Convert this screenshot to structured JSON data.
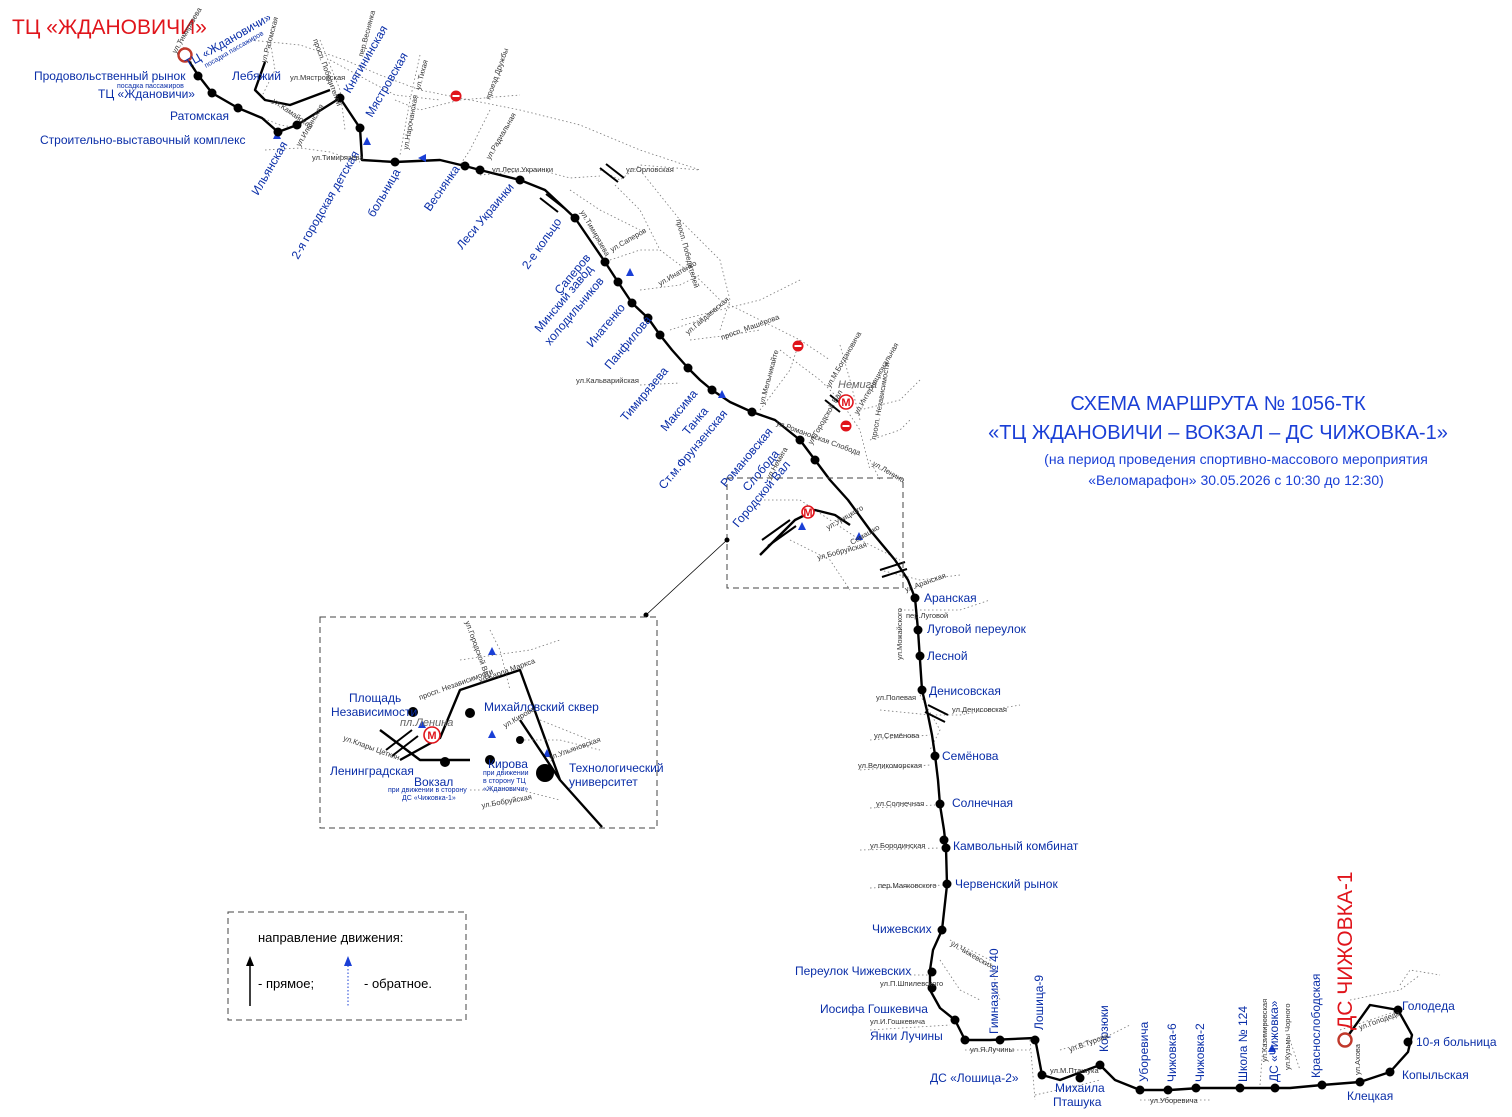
{
  "header": {
    "top_left_title": "ТЦ «ЖДАНОВИЧИ»",
    "end_terminal": "ДС ЧИЖОВКА-1"
  },
  "scheme": {
    "title_line1": "СХЕМА МАРШРУТА № 1056-ТК",
    "title_line2": "«ТЦ ЖДАНОВИЧИ – ВОКЗАЛ – ДС ЧИЖОВКА-1»",
    "subtitle_line1": "(на период проведения спортивно-массового мероприятия",
    "subtitle_line2": "«Веломарафон» 30.05.2026 с 10:30 до 12:30)"
  },
  "legend": {
    "title": "направление движения:",
    "forward": "- прямое;",
    "reverse": "- обратное."
  },
  "metro": {
    "symbol": "М",
    "nemiga": "Немига",
    "lenina": "пл.Ленина"
  },
  "stops": {
    "zhdanovichi": "ТЦ «Ждановичи»",
    "zhdanovichi_note": "посадка пассажиров",
    "food_market": "Продовольственный рынок",
    "zhdanovichi2": "ТЦ «Ждановичи»",
    "zhdanovichi2_note": "посадка пассажиров",
    "lebyazhy": "Лебяжий",
    "ratomskaya": "Ратомская",
    "build_complex": "Строительно-выставочный комплекс",
    "ilyanskaya": "Ильянская",
    "hospital2": "2-я городская детская",
    "hospital2_b": "больница",
    "mastrovskaya": "Мястровская",
    "knyaginskaya": "Княгининская",
    "vesnyanka": "Веснянка",
    "lesi_ukrainki": "Леси Украинки",
    "kolco2": "2-е кольцо",
    "saperov": "Саперов",
    "mzh": "Минский завод",
    "mzh_b": "холодильников",
    "inatenko": "Инатенко",
    "panfilova": "Панфилова",
    "timiryazeva": "Тимирязева",
    "maksima_tanka": "Максима",
    "maksima_tanka_b": "Танка",
    "frunzenskaya": "Ст.м.Фрунзенская",
    "romanovskaya": "Романовская",
    "romanovskaya_b": "Слобода",
    "gorodskoy_val": "Городской Вал",
    "aranskaya": "Аранская",
    "lugovoy": "Луговой переулок",
    "lesnoy": "Лесной",
    "denisovskaya": "Денисовская",
    "semenova": "Семёнова",
    "solnechnaya": "Солнечная",
    "kamvolny": "Камвольный комбинат",
    "chervensky": "Червенский рынок",
    "chizhevskikh": "Чижевских",
    "per_chizhevskikh": "Переулок Чижевских",
    "goshkevicha": "Иосифа Гошкевича",
    "yanki_luchiny": "Янки Лучины",
    "loshica2": "ДС «Лошица-2»",
    "gimnaziya40": "Гимназия № 40",
    "loshica9": "Лошица-9",
    "mikhaila_ptashuka": "Михаила",
    "mikhaila_ptashuka_b": "Пташука",
    "korzyuki": "Корзюки",
    "uborevicha": "Уборевича",
    "chizhovka6": "Чижовка-6",
    "chizhovka2": "Чижовка-2",
    "shkola124": "Школа № 124",
    "ds_chizhovka": "ДС «Чижовка»",
    "krasnosl": "Краснослободская",
    "kletskaya": "Клецкая",
    "kopylskaya": "Копыльская",
    "hospital10": "10-я больница",
    "goloded": "Голодеда"
  },
  "inset": {
    "ploshchad": "Площадь",
    "ploshchad_b": "Независимости",
    "mikhaylovsky": "Михайловский сквер",
    "leningradskaya": "Ленинградская",
    "vokzal": "Вокзал",
    "vokzal_note": "при движении в сторону",
    "vokzal_note_b": "ДС «Чижовка-1»",
    "kirova": "Кирова",
    "kirova_note": "при движении",
    "kirova_note_b": "в сторону ТЦ",
    "kirova_note_c": "«Ждановичи»",
    "tech_univ": "Технологический",
    "tech_univ_b": "университет"
  },
  "streets": {
    "timiryazeva1": "ул.Тимирязева",
    "ratomskaya": "ул.Ратомская",
    "pobediteley1": "просп. Победителей",
    "pobediteley2": "просп. Победителей",
    "pobediteley3": "просп. Победителей",
    "per_vesnyanka": "пер.Веснянка",
    "mastrovskaya": "ул.Мястровская",
    "tikhaya": "ул.Тихая",
    "kamayskaya": "ул.Камайская",
    "ilyanskaya": "ул.Ильянская",
    "timiryazeva2": "ул.Тимирязева",
    "narochanskaya": "ул.Нарочанская",
    "radialnaya": "ул.Радиальная",
    "druzhby": "проезд Дружбы",
    "lesi_ukrainki": "ул.Леси Украинки",
    "orlovskaya": "ул.Орловская",
    "timiryazeva3": "ул.Тимирязева",
    "saperov": "ул.Саперов",
    "inatenko": "ул.Инатенко",
    "gaydaevskaya": "ул.Гайдаевская",
    "mashe": "просп. Машерова",
    "kalvariyskaya": "ул.Кальварийская",
    "melnikayte": "ул.Мельникайте",
    "bogdanovicha": "ул.М.Богдановича",
    "internacionalnaya": "ул.Интернациональная",
    "romanovskaya": "ул.Романовская Слобода",
    "gorodskoy_val": "ул.Городской Вал",
    "nemiga": "ул.Немига",
    "nezavisimosti": "просп. Независимости",
    "lenina": "ул.Ленина",
    "uritskogo": "ул.Урицкого",
    "semashko": "Семашко",
    "bobruyskaya": "ул.Бобруйская",
    "aranskaya": "ул.Аранская",
    "lugovoy": "пер.Луговой",
    "mozhayskogo": "ул.Можайского",
    "polevaya": "ул.Полевая",
    "denisovskaya": "ул.Денисовская",
    "semenova": "ул.Семёнова",
    "velimorskaya": "ул.Великоморская",
    "solnechnaya": "ул.Солнечная",
    "borodinskaya": "ул.Бородинская",
    "mayakovskogo": "пер.Маяковского",
    "chizhevskikh": "ул.Чижевских",
    "shpilevskogo": "ул.П.Шпилевского",
    "goshkevicha": "ул.И.Гошкевича",
    "luchiny": "ул.Я.Лучины",
    "ptashuka": "ул.М.Пташука",
    "turova": "ул.В.Турова",
    "uborevicha": "ул.Уборевича",
    "uborevicha2": "ул.Уборевича",
    "golodeda": "ул.Голодеда",
    "akhova": "ул.Ахова",
    "kazimirovskaya": "ул.Казимировская",
    "kuzmy_chornogo": "ул.Кузьмы Чорного",
    "gorodskoy_val_inset": "ул.Городской Вал",
    "nezavisimosti_inset": "просп. Независимости",
    "karla_marksa": "ул.Карла Маркса",
    "kirova": "ул.Кирова",
    "ulyanovskaya": "ул.Ульяновская",
    "bobruyskaya_inset": "ул.Бобруйская",
    "klary_cetkin": "ул.Клары Цеткин"
  }
}
